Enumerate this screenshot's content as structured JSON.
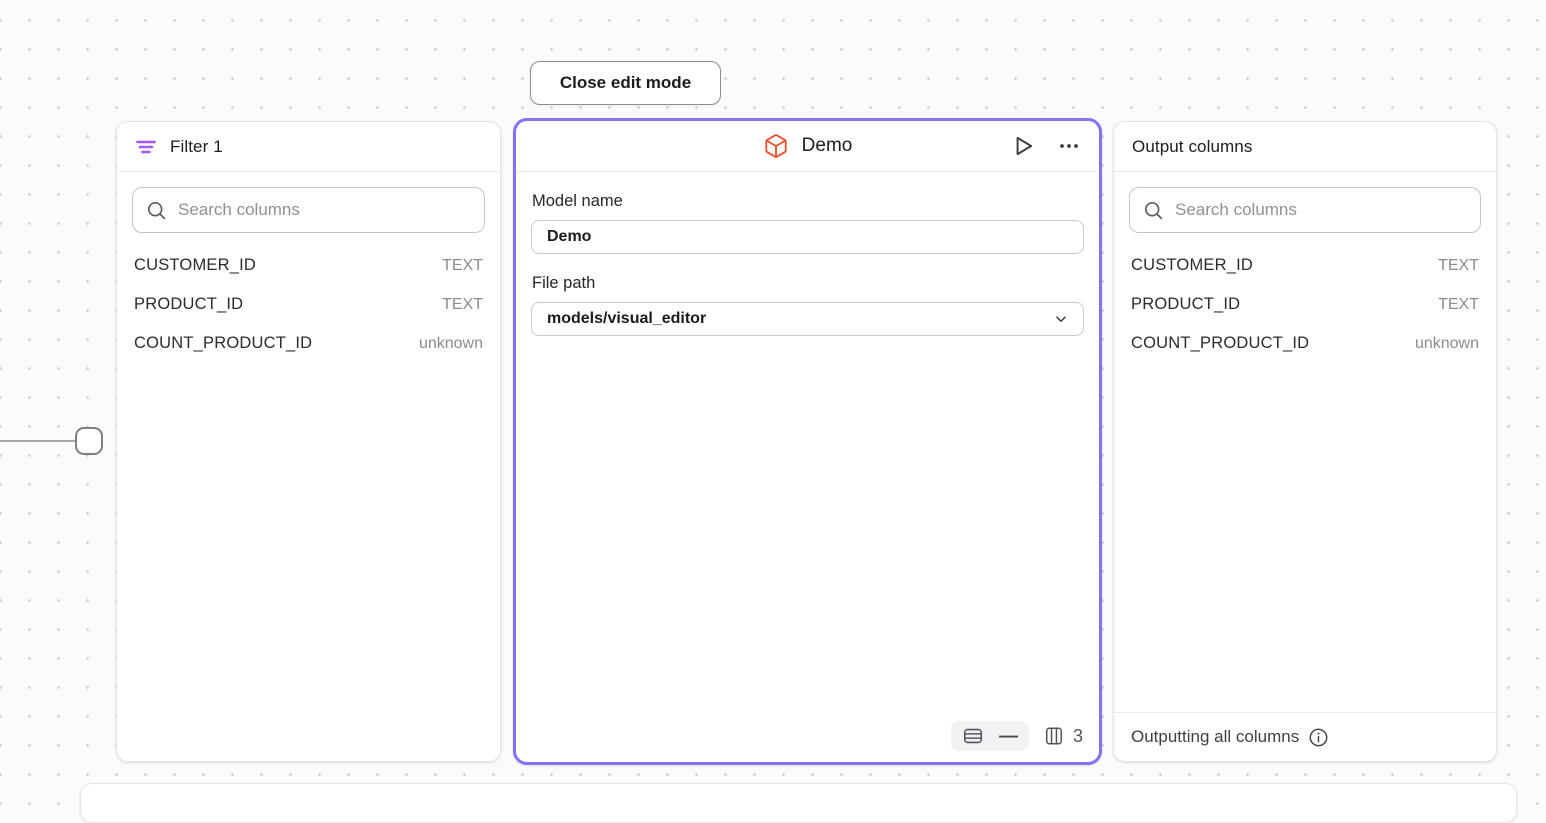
{
  "toolbar": {
    "close_edit_mode_label": "Close edit mode"
  },
  "colors": {
    "selected_node_border": "#8273f3",
    "filter_icon": "#a855f7",
    "model_icon": "#f0502c",
    "canvas_background": "#fbfbfb"
  },
  "filter_panel": {
    "title": "Filter 1",
    "search_placeholder": "Search columns",
    "columns": [
      {
        "name": "CUSTOMER_ID",
        "type": "TEXT"
      },
      {
        "name": "PRODUCT_ID",
        "type": "TEXT"
      },
      {
        "name": "COUNT_PRODUCT_ID",
        "type": "unknown"
      }
    ]
  },
  "model_panel": {
    "title": "Demo",
    "model_name_label": "Model name",
    "model_name_value": "Demo",
    "file_path_label": "File path",
    "file_path_value": "models/visual_editor",
    "row_count": "—",
    "column_count": "3"
  },
  "output_panel": {
    "title": "Output columns",
    "search_placeholder": "Search columns",
    "columns": [
      {
        "name": "CUSTOMER_ID",
        "type": "TEXT"
      },
      {
        "name": "PRODUCT_ID",
        "type": "TEXT"
      },
      {
        "name": "COUNT_PRODUCT_ID",
        "type": "unknown"
      }
    ],
    "footer_text": "Outputting all columns"
  }
}
